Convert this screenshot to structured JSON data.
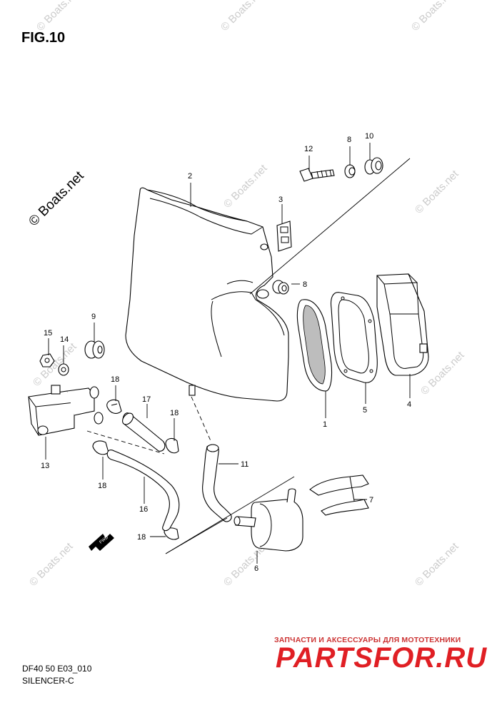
{
  "figure": {
    "title": "FIG.10",
    "model_code": "DF40 50 E03_010",
    "section_name": "SILENCER-C"
  },
  "watermarks": {
    "boats_net": "© Boats.net"
  },
  "branding": {
    "tagline": "ЗАПЧАСТИ И АКСЕССУАРЫ ДЛЯ МОТОТЕХНИКИ",
    "logo": "PARTSFOR.RU"
  },
  "direction_marker": "FWD",
  "callouts": {
    "c1": "1",
    "c2": "2",
    "c3": "3",
    "c4": "4",
    "c5": "5",
    "c6": "6",
    "c7": "7",
    "c8a": "8",
    "c8b": "8",
    "c9": "9",
    "c10": "10",
    "c11": "11",
    "c12": "12",
    "c13": "13",
    "c14": "14",
    "c15": "15",
    "c16a": "16",
    "c17": "17",
    "c18a": "18",
    "c18b": "18",
    "c18c": "18",
    "c18d": "18"
  }
}
